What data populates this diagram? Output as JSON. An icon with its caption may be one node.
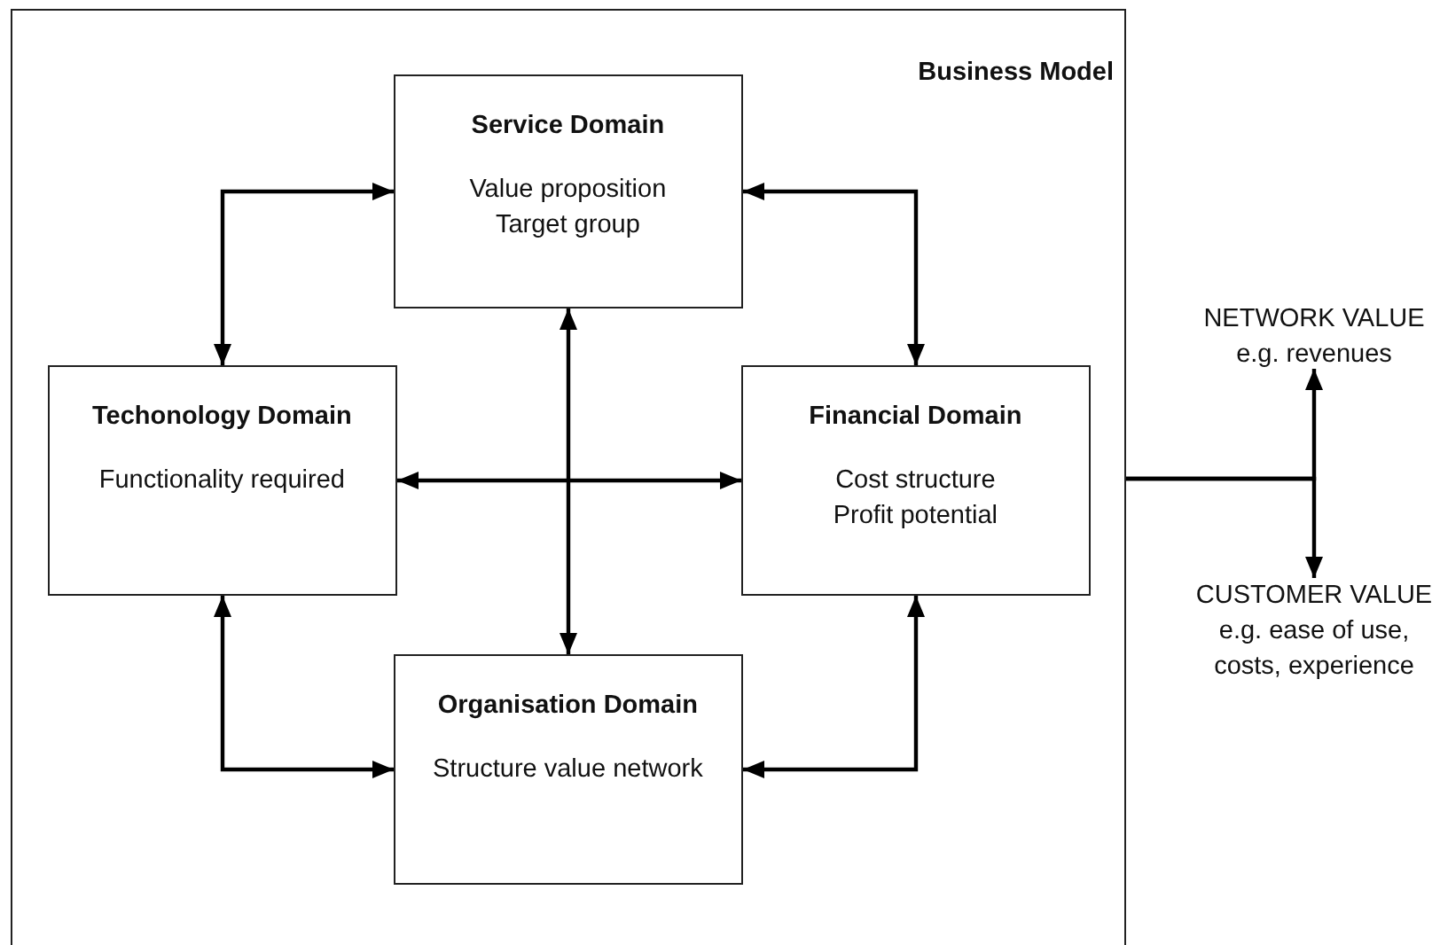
{
  "diagram": {
    "nodes": [
      {
        "text": [
          "Business Model"
        ]
      },
      {
        "text": [
          "Service Domain",
          "Value proposition Target group"
        ],
        "in": 0
      },
      {
        "text": [
          "Techonology Domain",
          "Functionality required"
        ],
        "in": 0
      },
      {
        "text": [
          "Financial Domain",
          "Cost structure Profit potential"
        ],
        "in": 0
      },
      {
        "text": [
          "Organisation Domain",
          "Structure value network"
        ],
        "in": 0
      },
      {
        "text": [
          "NETWORK VALUE",
          "e.g. revenues"
        ]
      },
      {
        "text": [
          "CUSTOMER VALUE",
          "e.g. ease of use, costs, experience"
        ]
      }
    ],
    "edges": [
      {
        "from": 2,
        "to": 1,
        "arrow": "both"
      },
      {
        "from": 1,
        "to": 3,
        "arrow": "both"
      },
      {
        "from": 2,
        "to": 3,
        "arrow": "both"
      },
      {
        "from": 1,
        "to": 4,
        "arrow": "both"
      },
      {
        "from": 2,
        "to": 4,
        "arrow": "both"
      },
      {
        "from": 3,
        "to": 4,
        "arrow": "both"
      },
      {
        "from": 0,
        "to": 5,
        "arrow": "to"
      },
      {
        "from": 0,
        "to": 6,
        "arrow": "to"
      }
    ]
  }
}
